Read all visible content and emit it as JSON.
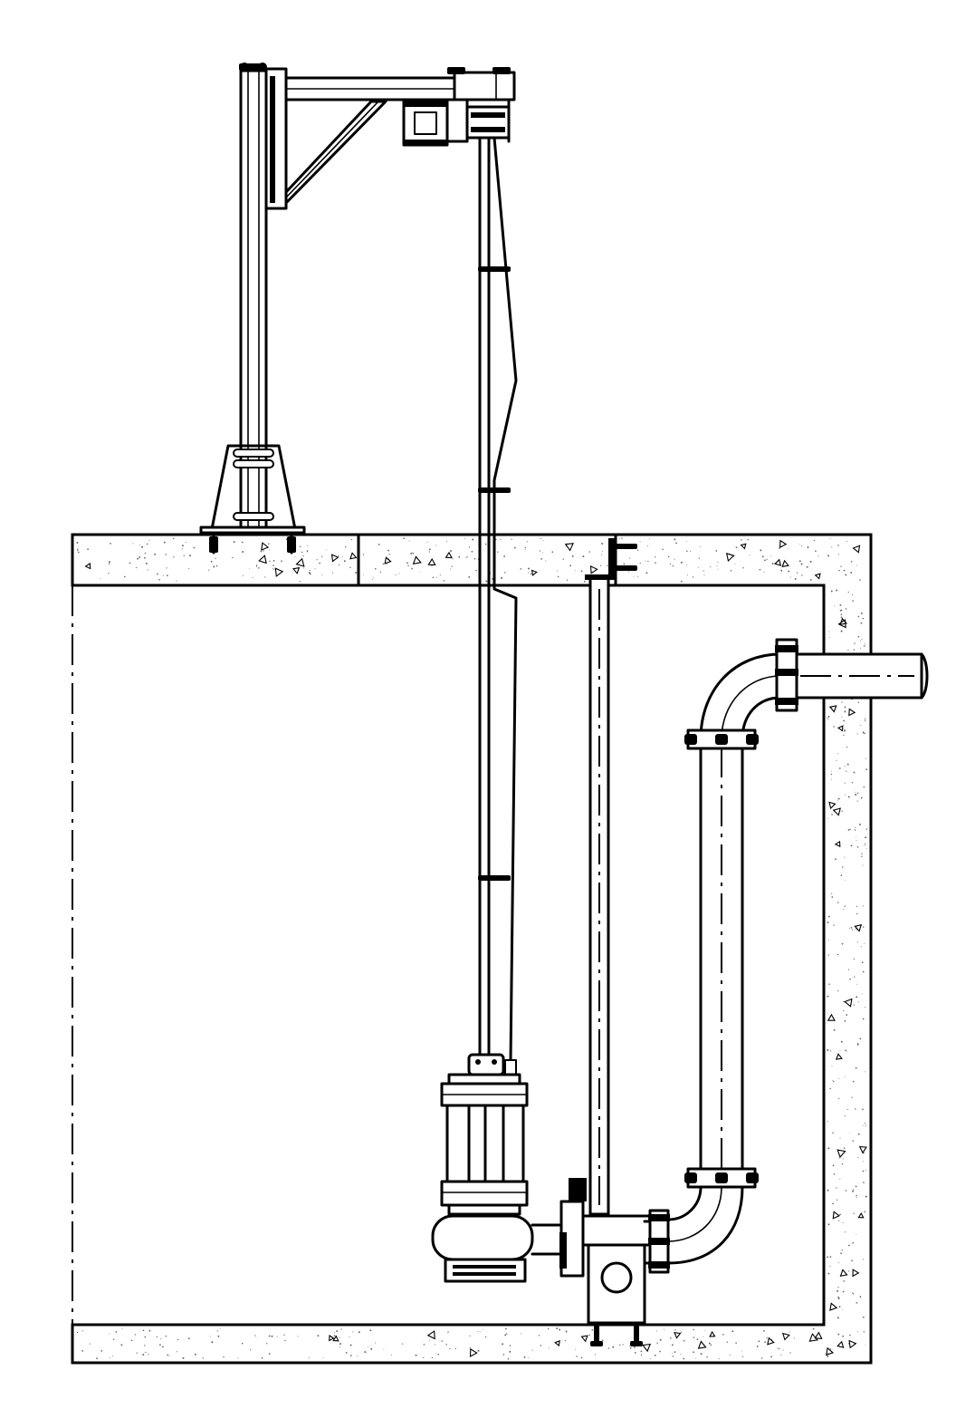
{
  "figure": {
    "components": [
      "jib-crane",
      "chain-hoist",
      "lifting-chain",
      "power-cable",
      "submersible-pump",
      "guide-rail",
      "discharge-elbow",
      "discharge-pipe",
      "outlet-pipe",
      "concrete-wet-well",
      "anchor-bolts",
      "cover-slab"
    ],
    "colors": {
      "line": "#000000",
      "background": "#ffffff",
      "concrete-speckle": "#666666"
    }
  }
}
